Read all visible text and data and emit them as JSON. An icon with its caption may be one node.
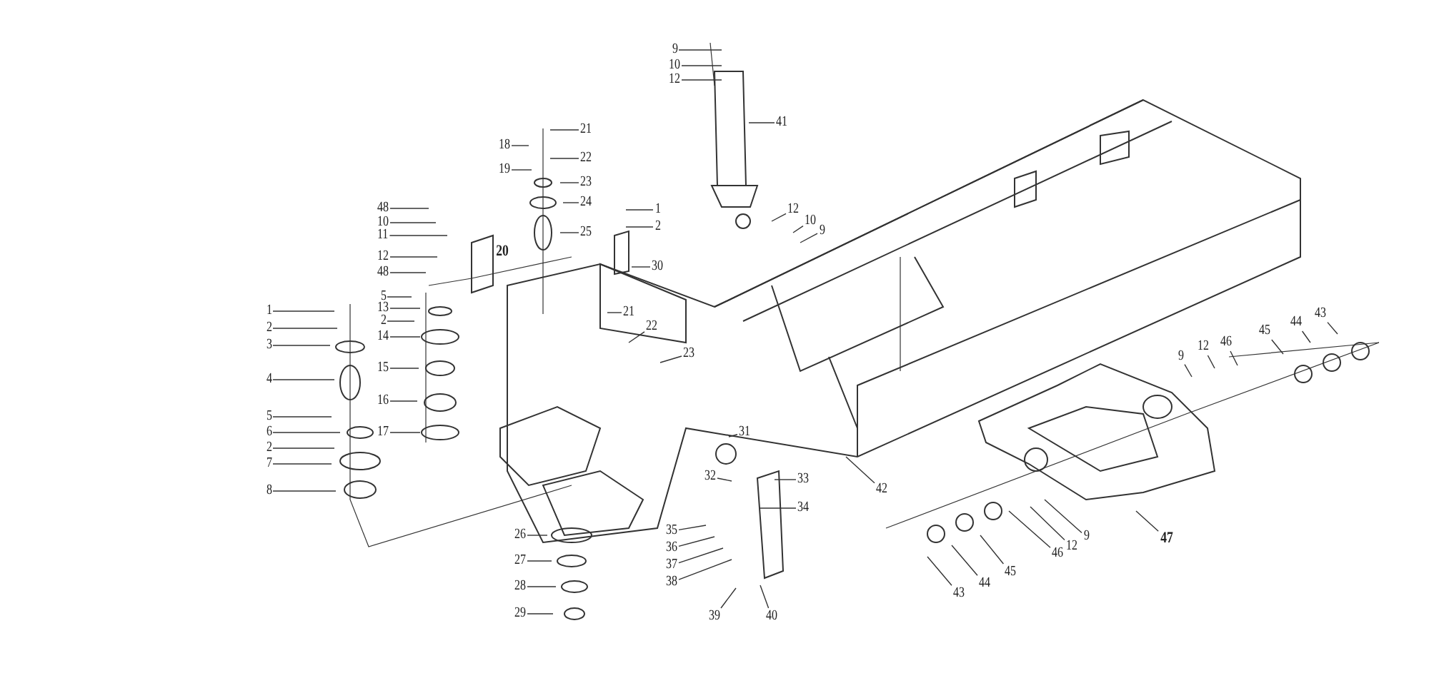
{
  "diagram": {
    "nodes": [
      {
        "text": [
          "1"
        ]
      },
      {
        "text": [
          "2"
        ]
      },
      {
        "text": [
          "3"
        ]
      },
      {
        "text": [
          "4"
        ]
      },
      {
        "text": [
          "5"
        ]
      },
      {
        "text": [
          "6"
        ]
      },
      {
        "text": [
          "2"
        ]
      },
      {
        "text": [
          "7"
        ]
      },
      {
        "text": [
          "8"
        ]
      },
      {
        "text": [
          "48"
        ]
      },
      {
        "text": [
          "10"
        ]
      },
      {
        "text": [
          "11"
        ]
      },
      {
        "text": [
          "12"
        ]
      },
      {
        "text": [
          "48"
        ]
      },
      {
        "text": [
          "5"
        ]
      },
      {
        "text": [
          "13"
        ]
      },
      {
        "text": [
          "2"
        ]
      },
      {
        "text": [
          "14"
        ]
      },
      {
        "text": [
          "15"
        ]
      },
      {
        "text": [
          "16"
        ]
      },
      {
        "text": [
          "17"
        ]
      },
      {
        "text": [
          "18"
        ]
      },
      {
        "text": [
          "19"
        ]
      },
      {
        "text": [
          "21"
        ]
      },
      {
        "text": [
          "22"
        ]
      },
      {
        "text": [
          "23"
        ]
      },
      {
        "text": [
          "24"
        ]
      },
      {
        "text": [
          "25"
        ]
      },
      {
        "text": [
          "1"
        ]
      },
      {
        "text": [
          "2"
        ]
      },
      {
        "text": [
          "30"
        ]
      },
      {
        "text": [
          "21"
        ]
      },
      {
        "text": [
          "22"
        ]
      },
      {
        "text": [
          "23"
        ]
      },
      {
        "text": [
          "9"
        ]
      },
      {
        "text": [
          "10"
        ]
      },
      {
        "text": [
          "12"
        ]
      },
      {
        "text": [
          "41"
        ]
      },
      {
        "text": [
          "12"
        ]
      },
      {
        "text": [
          "10"
        ]
      },
      {
        "text": [
          "9"
        ]
      },
      {
        "text": [
          "26"
        ]
      },
      {
        "text": [
          "27"
        ]
      },
      {
        "text": [
          "28"
        ]
      },
      {
        "text": [
          "29"
        ]
      },
      {
        "text": [
          "31"
        ]
      },
      {
        "text": [
          "32"
        ]
      },
      {
        "text": [
          "33"
        ]
      },
      {
        "text": [
          "34"
        ]
      },
      {
        "text": [
          "35"
        ]
      },
      {
        "text": [
          "36"
        ]
      },
      {
        "text": [
          "37"
        ]
      },
      {
        "text": [
          "38"
        ]
      },
      {
        "text": [
          "39"
        ]
      },
      {
        "text": [
          "40"
        ]
      },
      {
        "text": [
          "42"
        ]
      },
      {
        "text": [
          "9"
        ]
      },
      {
        "text": [
          "12"
        ]
      },
      {
        "text": [
          "46"
        ]
      },
      {
        "text": [
          "45"
        ]
      },
      {
        "text": [
          "44"
        ]
      },
      {
        "text": [
          "43"
        ]
      },
      {
        "text": [
          "47"
        ]
      },
      {
        "text": [
          "9"
        ]
      },
      {
        "text": [
          "12"
        ]
      },
      {
        "text": [
          "46"
        ]
      },
      {
        "text": [
          "45"
        ]
      },
      {
        "text": [
          "44"
        ]
      },
      {
        "text": [
          "43"
        ]
      }
    ],
    "edges": [
      {
        "from": 0,
        "to": null,
        "arrow": "none"
      },
      {
        "from": 1,
        "to": null,
        "arrow": "none"
      },
      {
        "from": 2,
        "to": null,
        "arrow": "none"
      },
      {
        "from": 3,
        "to": null,
        "arrow": "none"
      },
      {
        "from": 4,
        "to": null,
        "arrow": "none"
      },
      {
        "from": 5,
        "to": null,
        "arrow": "none"
      },
      {
        "from": 6,
        "to": null,
        "arrow": "none"
      },
      {
        "from": 7,
        "to": null,
        "arrow": "none"
      },
      {
        "from": 8,
        "to": null,
        "arrow": "none"
      },
      {
        "from": 9,
        "to": null,
        "arrow": "none"
      },
      {
        "from": 10,
        "to": null,
        "arrow": "none"
      },
      {
        "from": 11,
        "to": null,
        "arrow": "none"
      },
      {
        "from": 12,
        "to": null,
        "arrow": "none"
      },
      {
        "from": 13,
        "to": null,
        "arrow": "none"
      },
      {
        "from": 14,
        "to": null,
        "arrow": "none"
      },
      {
        "from": 15,
        "to": null,
        "arrow": "none"
      },
      {
        "from": 16,
        "to": null,
        "arrow": "none"
      },
      {
        "from": 17,
        "to": null,
        "arrow": "none"
      },
      {
        "from": 18,
        "to": null,
        "arrow": "none"
      },
      {
        "from": 19,
        "to": null,
        "arrow": "none"
      },
      {
        "from": 20,
        "to": null,
        "arrow": "none"
      },
      {
        "from": 21,
        "to": null,
        "arrow": "none"
      },
      {
        "from": 22,
        "to": null,
        "arrow": "none"
      },
      {
        "from": 23,
        "to": null,
        "arrow": "none"
      },
      {
        "from": 24,
        "to": null,
        "arrow": "none"
      },
      {
        "from": 25,
        "to": null,
        "arrow": "none"
      },
      {
        "from": 26,
        "to": null,
        "arrow": "none"
      },
      {
        "from": 27,
        "to": null,
        "arrow": "none"
      },
      {
        "from": 28,
        "to": null,
        "arrow": "none"
      },
      {
        "from": 29,
        "to": null,
        "arrow": "none"
      },
      {
        "from": 30,
        "to": null,
        "arrow": "none"
      },
      {
        "from": 31,
        "to": null,
        "arrow": "none"
      },
      {
        "from": 32,
        "to": null,
        "arrow": "none"
      },
      {
        "from": 33,
        "to": null,
        "arrow": "none"
      },
      {
        "from": 34,
        "to": null,
        "arrow": "none"
      },
      {
        "from": 35,
        "to": null,
        "arrow": "none"
      },
      {
        "from": 36,
        "to": null,
        "arrow": "none"
      },
      {
        "from": 37,
        "to": null,
        "arrow": "none"
      },
      {
        "from": 38,
        "to": null,
        "arrow": "none"
      },
      {
        "from": 39,
        "to": null,
        "arrow": "none"
      },
      {
        "from": 40,
        "to": null,
        "arrow": "none"
      },
      {
        "from": 41,
        "to": null,
        "arrow": "none"
      },
      {
        "from": 42,
        "to": null,
        "arrow": "none"
      },
      {
        "from": 43,
        "to": null,
        "arrow": "none"
      },
      {
        "from": 44,
        "to": null,
        "arrow": "none"
      },
      {
        "from": 45,
        "to": null,
        "arrow": "none"
      },
      {
        "from": 46,
        "to": null,
        "arrow": "none"
      },
      {
        "from": 47,
        "to": null,
        "arrow": "none"
      },
      {
        "from": 48,
        "to": null,
        "arrow": "none"
      },
      {
        "from": 49,
        "to": null,
        "arrow": "none"
      },
      {
        "from": 50,
        "to": null,
        "arrow": "none"
      },
      {
        "from": 51,
        "to": null,
        "arrow": "none"
      },
      {
        "from": 52,
        "to": null,
        "arrow": "none"
      },
      {
        "from": 53,
        "to": null,
        "arrow": "none"
      },
      {
        "from": 54,
        "to": null,
        "arrow": "none"
      },
      {
        "from": 55,
        "to": null,
        "arrow": "none"
      },
      {
        "from": 56,
        "to": null,
        "arrow": "none"
      },
      {
        "from": 57,
        "to": null,
        "arrow": "none"
      },
      {
        "from": 58,
        "to": null,
        "arrow": "none"
      },
      {
        "from": 59,
        "to": null,
        "arrow": "none"
      },
      {
        "from": 60,
        "to": null,
        "arrow": "none"
      },
      {
        "from": 61,
        "to": null,
        "arrow": "none"
      },
      {
        "from": 62,
        "to": null,
        "arrow": "none"
      },
      {
        "from": 63,
        "to": null,
        "arrow": "none"
      },
      {
        "from": 64,
        "to": null,
        "arrow": "none"
      },
      {
        "from": 65,
        "to": null,
        "arrow": "none"
      },
      {
        "from": 66,
        "to": null,
        "arrow": "none"
      },
      {
        "from": 67,
        "to": null,
        "arrow": "none"
      },
      {
        "from": 68,
        "to": null,
        "arrow": "none"
      }
    ],
    "labels": [
      "20"
    ]
  }
}
